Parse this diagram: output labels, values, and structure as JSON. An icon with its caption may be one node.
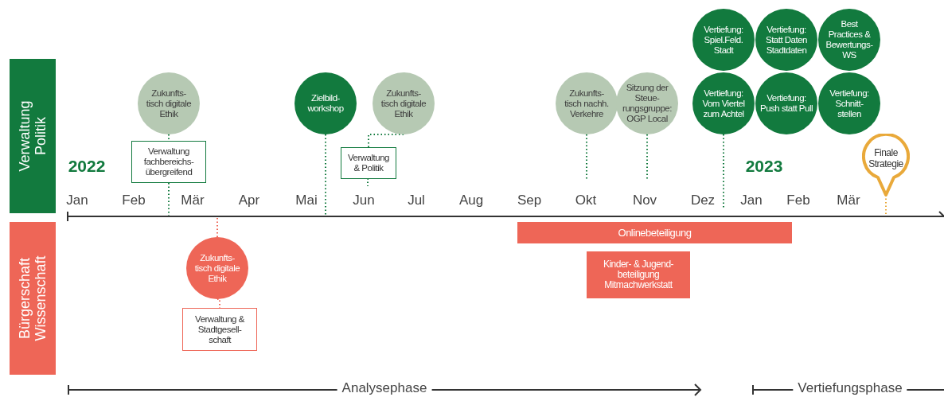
{
  "diagram": {
    "nodes": [
      {
        "text": [
          "Verwaltung Politik"
        ]
      },
      {
        "text": [
          "Bürgerschaft Wissenschaft"
        ]
      },
      {
        "text": [
          "Zukunfts- tisch digitale Ethik"
        ]
      },
      {
        "text": [
          "Verwaltung fachbereichs- übergreifend"
        ]
      },
      {
        "text": [
          "Zielbild- workshop"
        ]
      },
      {
        "text": [
          "Zukunfts- tisch digitale Ethik"
        ]
      },
      {
        "text": [
          "Verwaltung & Politik"
        ]
      },
      {
        "text": [
          "Zukunfts- tisch nachh. Verkehre"
        ]
      },
      {
        "text": [
          "Sitzung der Steue- rungsgruppe: OGP Local"
        ]
      },
      {
        "text": [
          "Vertiefung: Spiel.Feld. Stadt"
        ]
      },
      {
        "text": [
          "Vertiefung: Statt Daten Stadtdaten"
        ]
      },
      {
        "text": [
          "Best Practices & Bewertungs- WS"
        ]
      },
      {
        "text": [
          "Vertiefung: Vom Viertel zum Achtel"
        ]
      },
      {
        "text": [
          "Vertiefung: Push statt Pull"
        ]
      },
      {
        "text": [
          "Vertiefung: Schnitt- stellen"
        ]
      },
      {
        "text": [
          "Finale Strategie"
        ]
      },
      {
        "text": [
          "Zukunfts- tisch digitale Ethik"
        ]
      },
      {
        "text": [
          "Verwaltung & Stadtgesell- schaft"
        ]
      },
      {
        "text": [
          "Onlinebeteiligung"
        ]
      },
      {
        "text": [
          "Kinder- & Jugend- beteiligung Mitmachwerkstatt"
        ]
      }
    ],
    "edges": [
      {
        "from": 2,
        "to": 3,
        "arrow": "none",
        "style": "dashed"
      },
      {
        "from": 3,
        "to": null,
        "arrow": "none",
        "style": "dashed"
      },
      {
        "from": 4,
        "to": null,
        "arrow": "none",
        "style": "dashed"
      },
      {
        "from": 5,
        "to": 6,
        "arrow": "none",
        "style": "dashed"
      },
      {
        "from": 6,
        "to": null,
        "arrow": "none",
        "style": "dashed"
      },
      {
        "from": 7,
        "to": null,
        "arrow": "none",
        "style": "dashed"
      },
      {
        "from": 8,
        "to": null,
        "arrow": "none",
        "style": "dashed"
      },
      {
        "from": 12,
        "to": null,
        "arrow": "none",
        "style": "dashed"
      },
      {
        "from": 15,
        "to": null,
        "arrow": "none",
        "style": "dashed",
        "color": "#e9a93a"
      },
      {
        "from": null,
        "to": 16,
        "arrow": "none",
        "style": "dashed",
        "color": "#ee6657"
      },
      {
        "from": 16,
        "to": 17,
        "arrow": "none",
        "style": "dashed",
        "color": "#ee6657"
      }
    ],
    "labels": [
      "2022",
      "2023",
      "Jan",
      "Feb",
      "Mär",
      "Apr",
      "Mai",
      "Jun",
      "Jul",
      "Aug",
      "Sep",
      "Okt",
      "Nov",
      "Dez",
      "Jan",
      "Feb",
      "Mär",
      "Analysephase",
      "Vertiefungsphase"
    ]
  }
}
